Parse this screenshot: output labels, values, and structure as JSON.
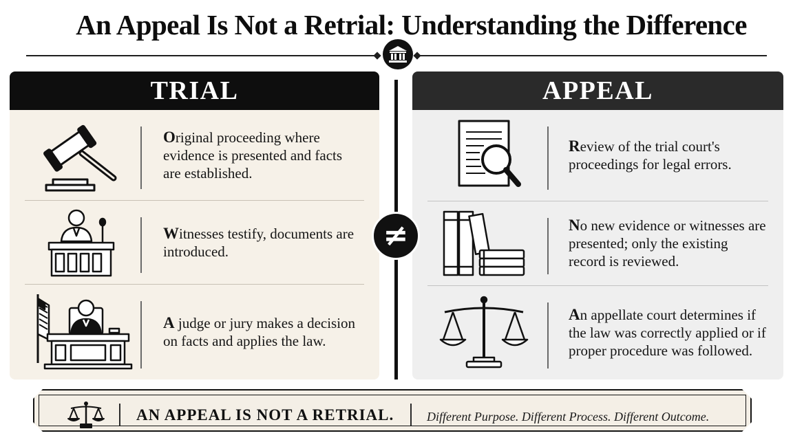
{
  "title": "An Appeal Is Not a Retrial: Understanding the Difference",
  "trial": {
    "heading": "TRIAL",
    "rows": [
      {
        "icon": "gavel-icon",
        "text": "Original proceeding where evidence is presented and facts are established."
      },
      {
        "icon": "witness-stand-icon",
        "text": "Witnesses testify, documents are introduced."
      },
      {
        "icon": "judge-bench-icon",
        "text": "A judge or jury makes a decision on facts and applies the law."
      }
    ]
  },
  "appeal": {
    "heading": "APPEAL",
    "rows": [
      {
        "icon": "document-magnifier-icon",
        "text": "Review of the trial court's proceedings for legal errors."
      },
      {
        "icon": "law-books-icon",
        "text": "No new evidence or witnesses are presented; only the existing record is reviewed."
      },
      {
        "icon": "scales-of-justice-icon",
        "text": "An appellate court determines if the law was correctly applied or if proper procedure was followed."
      }
    ]
  },
  "center_symbol": "≠",
  "banner": {
    "main": "AN APPEAL IS NOT A RETRIAL.",
    "sub": "Different Purpose. Different Process. Different Outcome."
  }
}
